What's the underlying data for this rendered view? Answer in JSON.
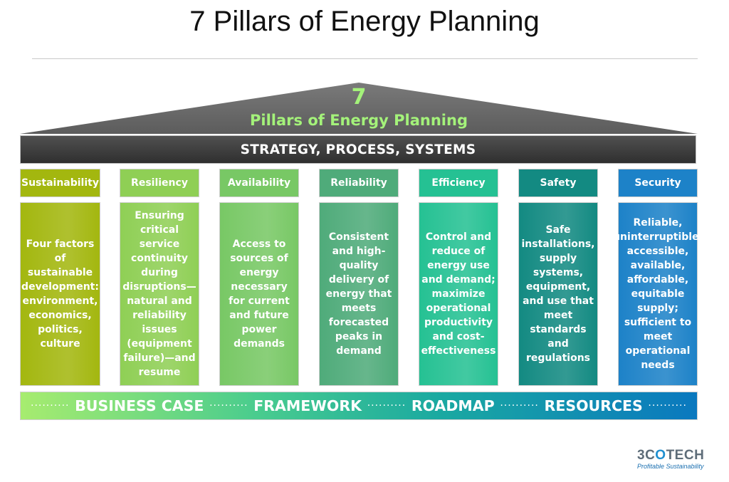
{
  "title": "7 Pillars of Energy Planning",
  "roof": {
    "number": "7",
    "subtitle": "Pillars of Energy Planning"
  },
  "band": {
    "label": "STRATEGY, PROCESS, SYSTEMS"
  },
  "pillars": [
    {
      "label": "Sustainability",
      "text": "Four factors of sustainable development: environment, economics, politics, culture",
      "color": "#a3b70f"
    },
    {
      "label": "Resiliency",
      "text": "Ensuring critical service continuity during disruptions—natural and reliability issues (equipment failure)—and resume",
      "color": "#8fcf55"
    },
    {
      "label": "Availability",
      "text": "Access to sources of energy necessary for current and future power demands",
      "color": "#78c865"
    },
    {
      "label": "Reliability",
      "text": "Consistent and high-quality delivery of energy that meets forecasted peaks in demand",
      "color": "#4fab7a"
    },
    {
      "label": "Efficiency",
      "text": "Control and reduce of energy use and demand; maximize operational productivity and cost-effectiveness",
      "color": "#25c193"
    },
    {
      "label": "Safety",
      "text": "Safe installations, supply systems, equipment, and use that meet standards and regulations",
      "color": "#138a82"
    },
    {
      "label": "Security",
      "text": "Reliable, uninterruptible, accessible, available, affordable, equitable supply; sufficient to meet operational needs",
      "color": "#1d82c8"
    }
  ],
  "footer": {
    "items": [
      "BUSINESS CASE",
      "FRAMEWORK",
      "ROADMAP",
      "RESOURCES"
    ],
    "separator": "··········"
  },
  "logo": {
    "word_a": "3C",
    "word_o": "O",
    "word_b": "TECH",
    "tagline": "Profitable Sustainability"
  }
}
